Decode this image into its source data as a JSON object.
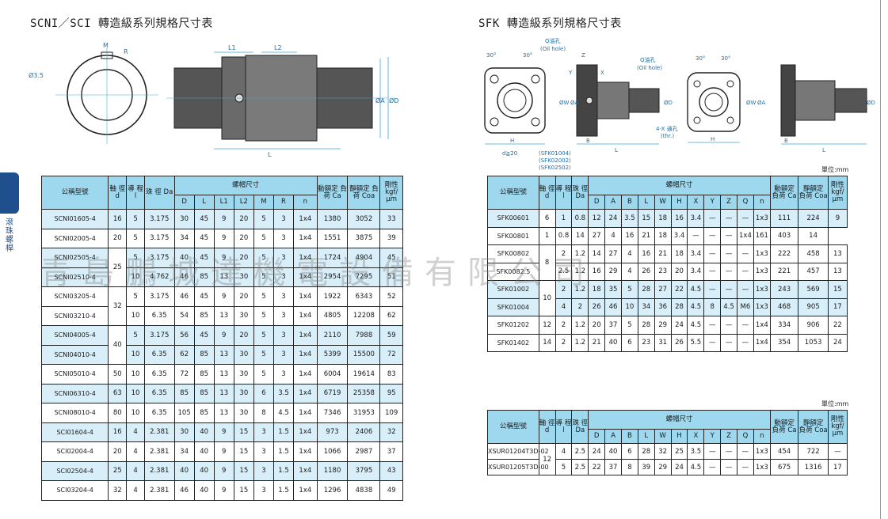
{
  "left_title": "SCNI／SCI 轉造級系列規格尺寸表",
  "right_title": "SFK 轉造級系列規格尺寸表",
  "side_label": "滾珠螺桿",
  "unit_label": "單位:mm",
  "watermark": "青島鵬城達機電設備有限公司",
  "drawing_left": {
    "labels": [
      "Ø3.5",
      "M",
      "R",
      "L1",
      "L2",
      "L",
      "ØA",
      "ØD"
    ]
  },
  "drawing_right": {
    "labels": [
      "30°",
      "30°",
      "Q油孔",
      "(Oil hole)",
      "Z",
      "Y",
      "X",
      "Q油孔",
      "(Oil hole)",
      "ØW",
      "ØA",
      "ØD",
      "4-X 通孔",
      "(thr.)",
      "H",
      "B",
      "L",
      "d≧20",
      "(SFK01004)",
      "(SFK02002)",
      "(SFK02502)",
      "30°",
      "30°",
      "ØW",
      "ØA",
      "H",
      "B",
      "L",
      "ØD"
    ]
  },
  "table_scni": {
    "headers": {
      "model": "公稱型號",
      "d": "軸 徑 d",
      "l": "導 程 l",
      "da": "珠 徑 Da",
      "nut": "螺帽尺寸",
      "D": "D",
      "L": "L",
      "L1": "L1",
      "L2": "L2",
      "M": "M",
      "R": "R",
      "n": "n",
      "ca": "動額定 負荷 Ca",
      "coa": "靜額定 負荷 Coa",
      "kgf": "剛性 kgf/ μm"
    },
    "rows": [
      {
        "model": "SCNI01605-4",
        "d": "16",
        "l": "5",
        "da": "3.175",
        "D": "30",
        "L": "45",
        "L1": "9",
        "L2": "20",
        "M": "5",
        "R": "3",
        "n": "1x4",
        "ca": "1380",
        "coa": "3052",
        "k": "33",
        "shade": "b"
      },
      {
        "model": "SCNI02005-4",
        "d": "20",
        "l": "5",
        "da": "3.175",
        "D": "34",
        "L": "45",
        "L1": "9",
        "L2": "20",
        "M": "5",
        "R": "3",
        "n": "1x4",
        "ca": "1551",
        "coa": "3875",
        "k": "39",
        "shade": "w"
      },
      {
        "model": "SCNI02505-4",
        "d": "25",
        "l": "5",
        "da": "3.175",
        "D": "40",
        "L": "45",
        "L1": "9",
        "L2": "20",
        "M": "5",
        "R": "3",
        "n": "1x4",
        "ca": "1724",
        "coa": "4904",
        "k": "45",
        "shade": "b"
      },
      {
        "model": "SCNI02510-4",
        "d": "",
        "l": "10",
        "da": "4.762",
        "D": "46",
        "L": "85",
        "L1": "13",
        "L2": "30",
        "M": "5",
        "R": "3",
        "n": "1x4",
        "ca": "2954",
        "coa": "7295",
        "k": "51",
        "shade": "b"
      },
      {
        "model": "SCNI03205-4",
        "d": "32",
        "l": "5",
        "da": "3.175",
        "D": "46",
        "L": "45",
        "L1": "9",
        "L2": "20",
        "M": "5",
        "R": "3",
        "n": "1x4",
        "ca": "1922",
        "coa": "6343",
        "k": "52",
        "shade": "w"
      },
      {
        "model": "SCNI03210-4",
        "d": "",
        "l": "10",
        "da": "6.35",
        "D": "54",
        "L": "85",
        "L1": "13",
        "L2": "30",
        "M": "5",
        "R": "3",
        "n": "1x4",
        "ca": "4805",
        "coa": "12208",
        "k": "62",
        "shade": "w"
      },
      {
        "model": "SCNI04005-4",
        "d": "40",
        "l": "5",
        "da": "3.175",
        "D": "56",
        "L": "45",
        "L1": "9",
        "L2": "20",
        "M": "5",
        "R": "3",
        "n": "1x4",
        "ca": "2110",
        "coa": "7988",
        "k": "59",
        "shade": "b"
      },
      {
        "model": "SCNI04010-4",
        "d": "",
        "l": "10",
        "da": "6.35",
        "D": "62",
        "L": "85",
        "L1": "13",
        "L2": "30",
        "M": "5",
        "R": "3",
        "n": "1x4",
        "ca": "5399",
        "coa": "15500",
        "k": "72",
        "shade": "b"
      },
      {
        "model": "SCNI05010-4",
        "d": "50",
        "l": "10",
        "da": "6.35",
        "D": "72",
        "L": "85",
        "L1": "13",
        "L2": "30",
        "M": "5",
        "R": "3",
        "n": "1x4",
        "ca": "6004",
        "coa": "19614",
        "k": "83",
        "shade": "w"
      },
      {
        "model": "SCNI06310-4",
        "d": "63",
        "l": "10",
        "da": "6.35",
        "D": "85",
        "L": "85",
        "L1": "13",
        "L2": "30",
        "M": "6",
        "R": "3.5",
        "n": "1x4",
        "ca": "6719",
        "coa": "25358",
        "k": "95",
        "shade": "b"
      },
      {
        "model": "SCNI08010-4",
        "d": "80",
        "l": "10",
        "da": "6.35",
        "D": "105",
        "L": "85",
        "L1": "13",
        "L2": "30",
        "M": "8",
        "R": "4.5",
        "n": "1x4",
        "ca": "7346",
        "coa": "31953",
        "k": "109",
        "shade": "w"
      },
      {
        "model": "SCI01604-4",
        "d": "16",
        "l": "4",
        "da": "2.381",
        "D": "30",
        "L": "40",
        "L1": "9",
        "L2": "15",
        "M": "3",
        "R": "1.5",
        "n": "1x4",
        "ca": "973",
        "coa": "2406",
        "k": "32",
        "shade": "b"
      },
      {
        "model": "SCI02004-4",
        "d": "20",
        "l": "4",
        "da": "2.381",
        "D": "34",
        "L": "40",
        "L1": "9",
        "L2": "15",
        "M": "3",
        "R": "1.5",
        "n": "1x4",
        "ca": "1066",
        "coa": "2987",
        "k": "37",
        "shade": "w"
      },
      {
        "model": "SCI02504-4",
        "d": "25",
        "l": "4",
        "da": "2.381",
        "D": "40",
        "L": "40",
        "L1": "9",
        "L2": "15",
        "M": "3",
        "R": "1.5",
        "n": "1x4",
        "ca": "1180",
        "coa": "3795",
        "k": "43",
        "shade": "b"
      },
      {
        "model": "SCI03204-4",
        "d": "32",
        "l": "4",
        "da": "2.381",
        "D": "46",
        "L": "40",
        "L1": "9",
        "L2": "15",
        "M": "3",
        "R": "1.5",
        "n": "1x4",
        "ca": "1296",
        "coa": "4838",
        "k": "49",
        "shade": "w"
      }
    ]
  },
  "table_sfk": {
    "headers": {
      "model": "公稱型號",
      "d": "軸 徑 d",
      "l": "導 程 l",
      "da": "珠 徑 Da",
      "nut": "螺帽尺寸",
      "cols": [
        "D",
        "A",
        "B",
        "L",
        "W",
        "H",
        "X",
        "Y",
        "Z",
        "Q",
        "n"
      ],
      "ca": "動額定 負荷 Ca",
      "coa": "靜額定 負荷 Coa",
      "kgf": "剛性 kgf/ μm"
    },
    "rows": [
      {
        "model": "SFK00601",
        "d": "6",
        "l": "1",
        "da": "0.8",
        "v": [
          "12",
          "24",
          "3.5",
          "15",
          "18",
          "16",
          "3.4",
          "—",
          "—",
          "—",
          "1x3"
        ],
        "ca": "111",
        "coa": "224",
        "k": "9",
        "shade": "b"
      },
      {
        "model": "SFK00801",
        "d": "",
        "l": "1",
        "da": "0.8",
        "v": [
          "14",
          "27",
          "4",
          "16",
          "21",
          "18",
          "3.4",
          "—",
          "—",
          "—",
          "1x4"
        ],
        "ca": "161",
        "coa": "403",
        "k": "14",
        "shade": "w"
      },
      {
        "model": "SFK00802",
        "d": "8",
        "l": "2",
        "da": "1.2",
        "v": [
          "14",
          "27",
          "4",
          "16",
          "21",
          "18",
          "3.4",
          "—",
          "—",
          "—",
          "1x3"
        ],
        "ca": "222",
        "coa": "458",
        "k": "13",
        "shade": "w"
      },
      {
        "model": "SFK0082.5",
        "d": "",
        "l": "2.5",
        "da": "1.2",
        "v": [
          "16",
          "29",
          "4",
          "26",
          "23",
          "20",
          "3.4",
          "—",
          "—",
          "—",
          "1x3"
        ],
        "ca": "221",
        "coa": "457",
        "k": "13",
        "shade": "w"
      },
      {
        "model": "SFK01002",
        "d": "10",
        "l": "2",
        "da": "1.2",
        "v": [
          "18",
          "35",
          "5",
          "28",
          "27",
          "22",
          "4.5",
          "—",
          "—",
          "—",
          "1x3"
        ],
        "ca": "243",
        "coa": "569",
        "k": "15",
        "shade": "b"
      },
      {
        "model": "SFK01004",
        "d": "",
        "l": "4",
        "da": "2",
        "v": [
          "26",
          "46",
          "10",
          "34",
          "36",
          "28",
          "4.5",
          "8",
          "4.5",
          "M6",
          "1x3"
        ],
        "ca": "468",
        "coa": "905",
        "k": "17",
        "shade": "b"
      },
      {
        "model": "SFK01202",
        "d": "12",
        "l": "2",
        "da": "1.2",
        "v": [
          "20",
          "37",
          "5",
          "28",
          "29",
          "24",
          "4.5",
          "—",
          "—",
          "—",
          "1x4"
        ],
        "ca": "334",
        "coa": "906",
        "k": "22",
        "shade": "w"
      },
      {
        "model": "SFK01402",
        "d": "14",
        "l": "2",
        "da": "1.2",
        "v": [
          "21",
          "40",
          "6",
          "23",
          "31",
          "26",
          "5.5",
          "—",
          "—",
          "—",
          "1x4"
        ],
        "ca": "354",
        "coa": "1053",
        "k": "24",
        "shade": "w"
      }
    ]
  },
  "table_xsur": {
    "rows": [
      {
        "model": "XSUR01204T3D-02",
        "d": "12",
        "l": "4",
        "da": "2.5",
        "v": [
          "24",
          "40",
          "6",
          "28",
          "32",
          "25",
          "3.5",
          "—",
          "—",
          "—",
          "1x3"
        ],
        "ca": "454",
        "coa": "722",
        "k": "—",
        "shade": "w"
      },
      {
        "model": "XSUR01205T3D-00",
        "d": "",
        "l": "5",
        "da": "2.5",
        "v": [
          "22",
          "37",
          "8",
          "39",
          "29",
          "24",
          "4.5",
          "—",
          "—",
          "—",
          "1x3"
        ],
        "ca": "675",
        "coa": "1316",
        "k": "17",
        "shade": "w"
      }
    ]
  }
}
